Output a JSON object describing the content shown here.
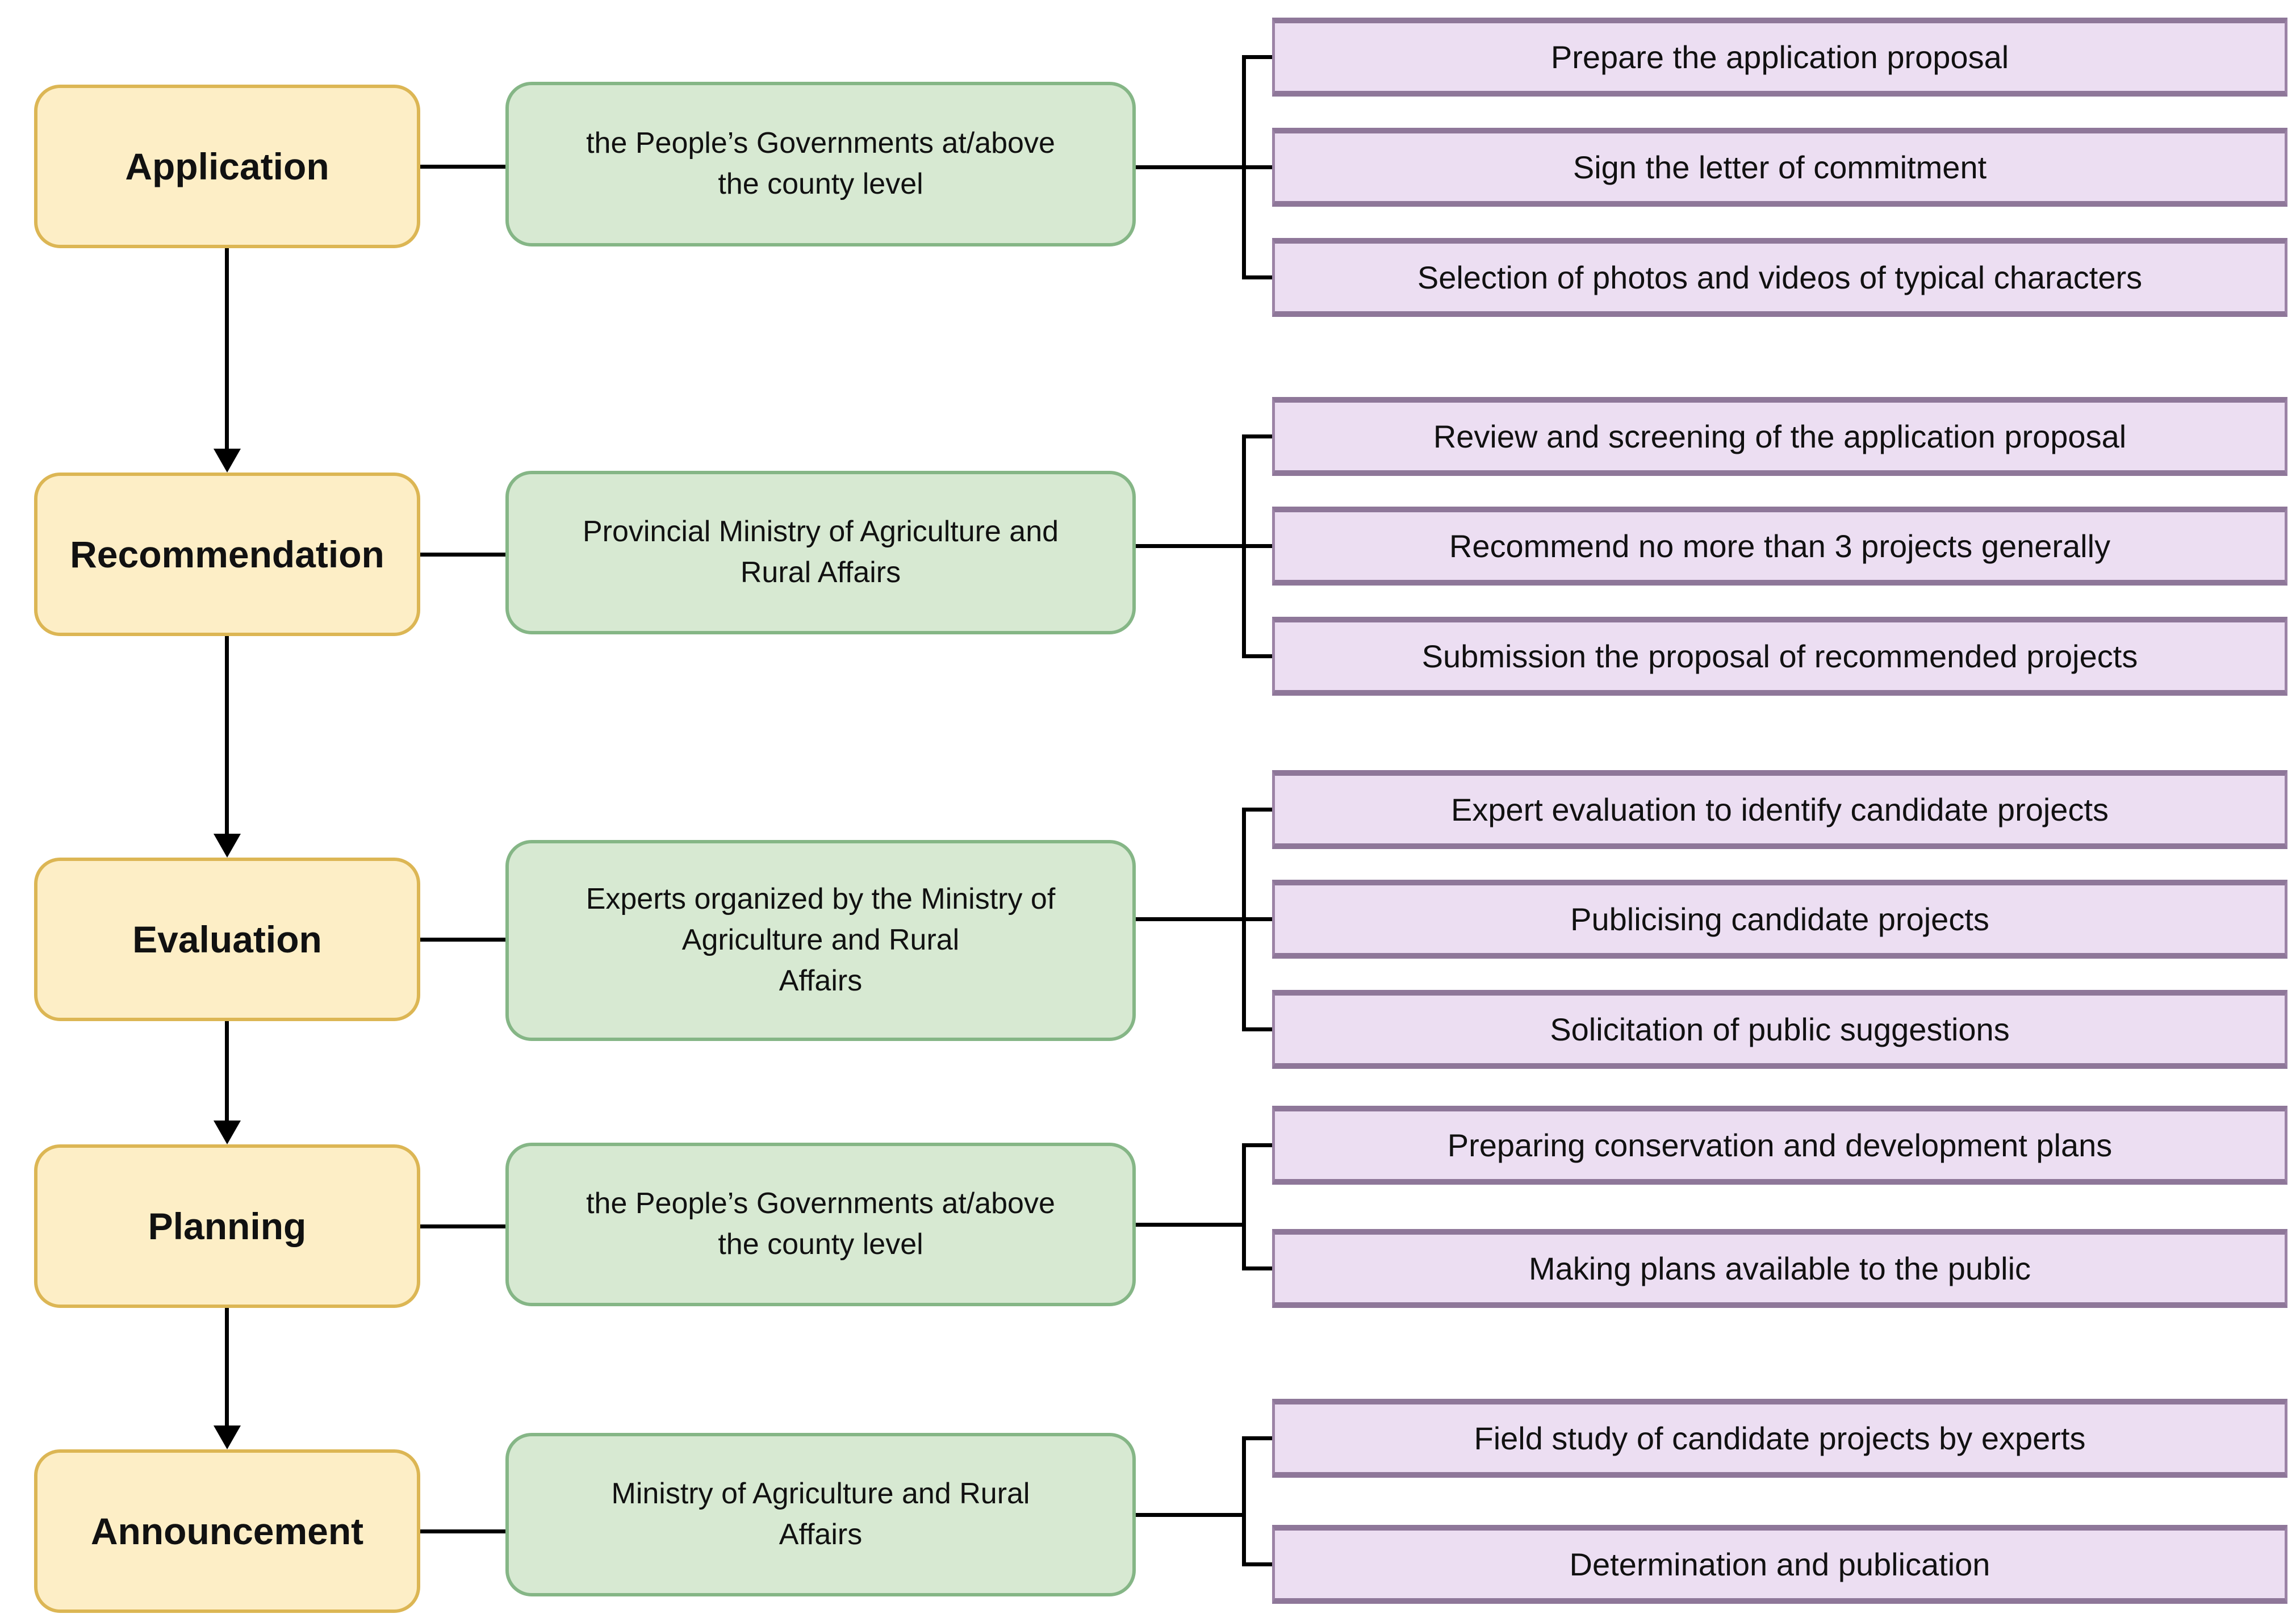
{
  "colors": {
    "stage_fill": "#fdeec6",
    "stage_border": "#dcb654",
    "org_fill": "#d7e9d2",
    "org_border": "#85b686",
    "task_fill": "#ecdef2",
    "task_border": "#9c83a6",
    "task_border_dark": "#8e7799",
    "connector": "#000000"
  },
  "rows": [
    {
      "stage": "Application",
      "org_lines": [
        "the People’s Governments at/above",
        "the county level"
      ],
      "tasks": [
        "Prepare the application proposal",
        "Sign the letter of commitment",
        "Selection of photos and videos of typical characters"
      ]
    },
    {
      "stage": "Recommendation",
      "org_lines": [
        "Provincial Ministry of Agriculture and",
        "Rural Affairs"
      ],
      "tasks": [
        "Review and screening of the application proposal",
        "Recommend no more than 3 projects generally",
        "Submission the proposal of recommended projects"
      ]
    },
    {
      "stage": "Evaluation",
      "org_lines": [
        "Experts organized by the Ministry of",
        "Agriculture and Rural",
        "Affairs"
      ],
      "tasks": [
        "Expert evaluation to identify candidate projects",
        "Publicising candidate projects",
        "Solicitation of public suggestions"
      ]
    },
    {
      "stage": "Planning",
      "org_lines": [
        "the People’s Governments at/above",
        "the county level"
      ],
      "tasks": [
        "Preparing conservation and development plans",
        "Making plans available to the public"
      ]
    },
    {
      "stage": "Announcement",
      "org_lines": [
        "Ministry of Agriculture and Rural",
        "Affairs"
      ],
      "tasks": [
        "Field study of candidate projects by experts",
        "Determination and publication"
      ]
    }
  ]
}
